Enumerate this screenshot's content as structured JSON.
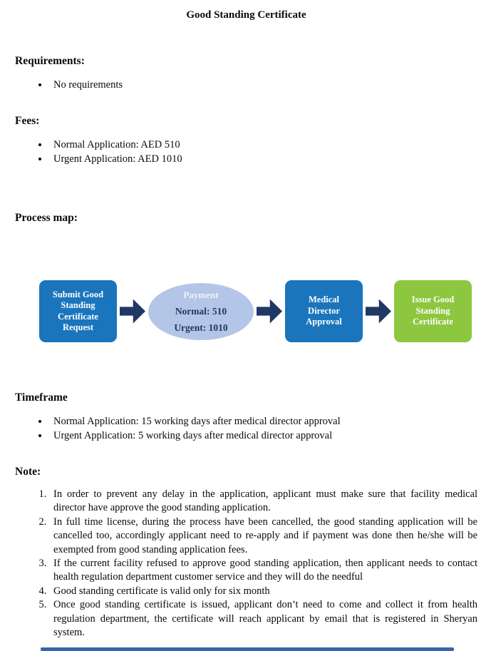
{
  "page": {
    "title": "Good Standing Certificate"
  },
  "requirements": {
    "heading": "Requirements:",
    "items": [
      "No requirements"
    ]
  },
  "fees": {
    "heading": "Fees:",
    "items": [
      "Normal Application: AED 510",
      "Urgent Application: AED 1010"
    ]
  },
  "process_map": {
    "heading": "Process map:",
    "steps": {
      "submit": {
        "line1": "Submit Good",
        "line2": "Standing",
        "line3": "Certificate",
        "line4": "Request"
      },
      "payment": {
        "title": "Payment",
        "line1": "Normal: 510",
        "line2": "Urgent: 1010"
      },
      "approval": {
        "line1": "Medical",
        "line2": "Director",
        "line3": "Approval"
      },
      "issue": {
        "line1": "Issue Good",
        "line2": "Standing",
        "line3": "Certificate"
      }
    }
  },
  "timeframe": {
    "heading": "Timeframe",
    "items": [
      "Normal Application: 15 working days after medical director approval",
      "Urgent Application: 5 working days after medical director approval"
    ]
  },
  "note": {
    "heading": "Note:",
    "items": [
      "In order to prevent any delay in the application, applicant must make sure that facility medical director have approve the good standing application.",
      "In full time license, during the process have been cancelled, the good standing application will be cancelled too, accordingly applicant need to re-apply and if payment was done then he/she will be exempted from good standing application fees.",
      "If the current facility refused to approve good standing application, then applicant needs to contact health regulation department customer service and they will do the needful",
      "Good standing certificate is valid only for six month",
      "Once good standing certificate is issued, applicant don’t need to come and collect it from health regulation department, the certificate will reach applicant by email that is registered in Sheryan system."
    ]
  },
  "colors": {
    "process_box_blue": "#1b75bc",
    "process_box_green": "#8dc63f",
    "process_ellipse_fill": "#b4c6e7",
    "arrow_navy": "#1f3864",
    "ellipse_dark_text": "#1f3864",
    "bottom_bar_blue": "#3566a8"
  }
}
